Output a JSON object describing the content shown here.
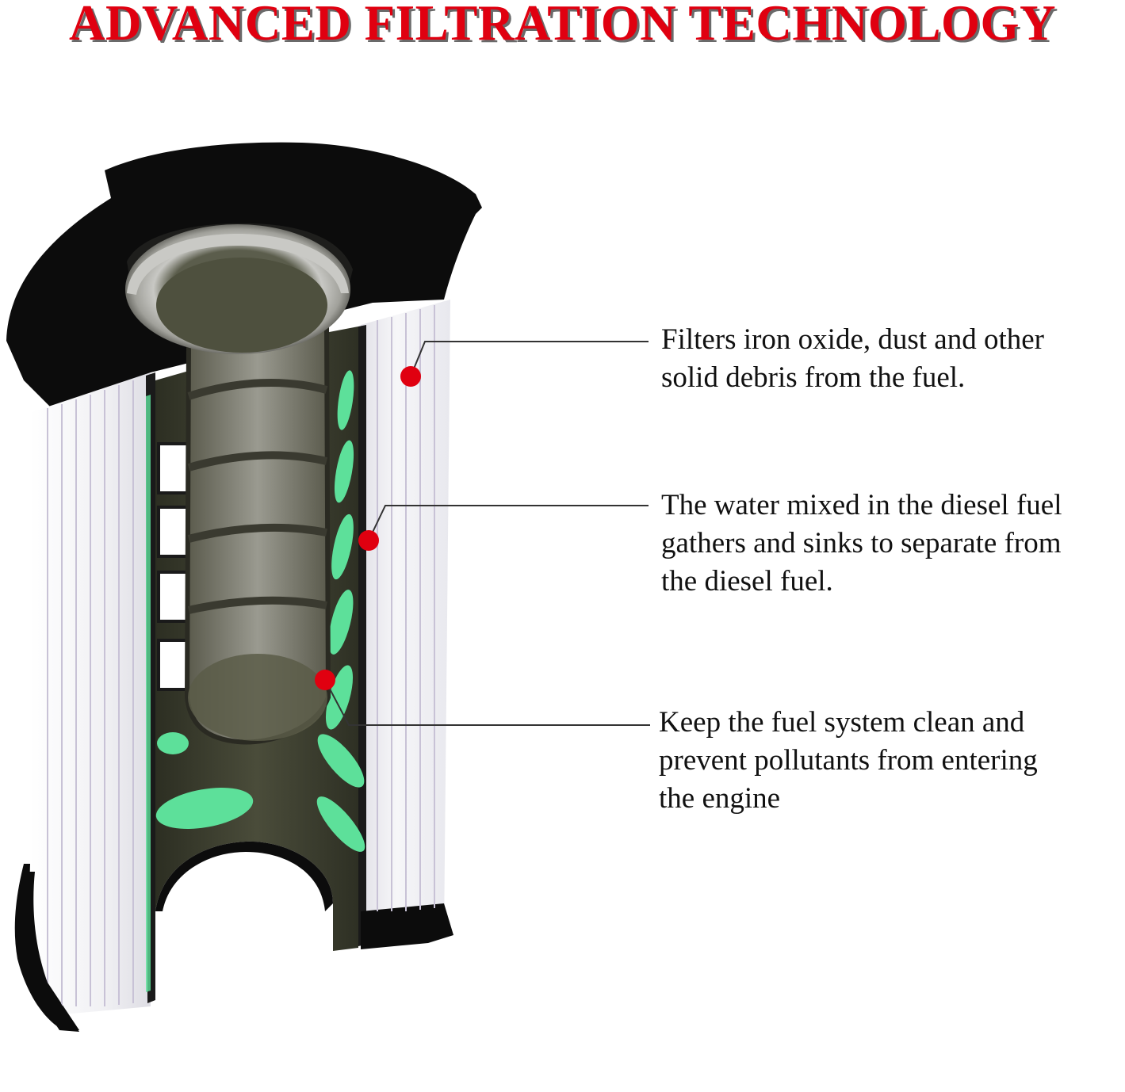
{
  "title": {
    "text": "ADVANCED FILTRATION TECHNOLOGY",
    "color": "#e00010"
  },
  "callouts": [
    {
      "lines": [
        "Filters iron oxide, dust and other",
        "solid debris from the fuel."
      ]
    },
    {
      "lines": [
        "The water mixed in the diesel fuel",
        "gathers and sinks to separate from",
        "the diesel fuel."
      ]
    },
    {
      "lines": [
        "Keep the fuel system clean and",
        "prevent pollutants from entering",
        "the engine"
      ]
    }
  ],
  "colors": {
    "marker": "#e00010",
    "cap": "#0c0c0c",
    "pleat_media": "#f2f2f4",
    "pleat_line": "#c8c2d6",
    "core": "#3d3f30",
    "flow_window": "#5de09a",
    "leader_line": "#333333"
  }
}
